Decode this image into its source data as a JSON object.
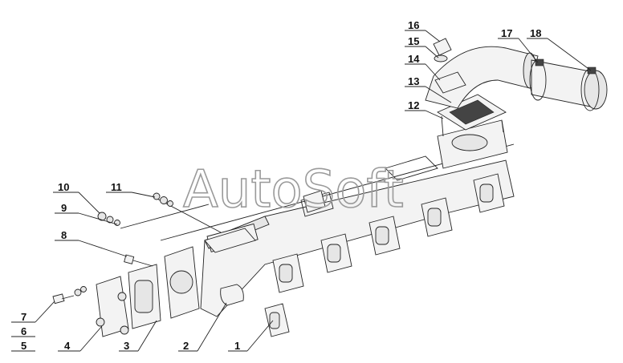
{
  "watermark": "AutoSoft",
  "callouts": [
    "1",
    "2",
    "3",
    "4",
    "5",
    "6",
    "7",
    "8",
    "9",
    "10",
    "11",
    "12",
    "13",
    "14",
    "15",
    "16",
    "17",
    "18"
  ]
}
